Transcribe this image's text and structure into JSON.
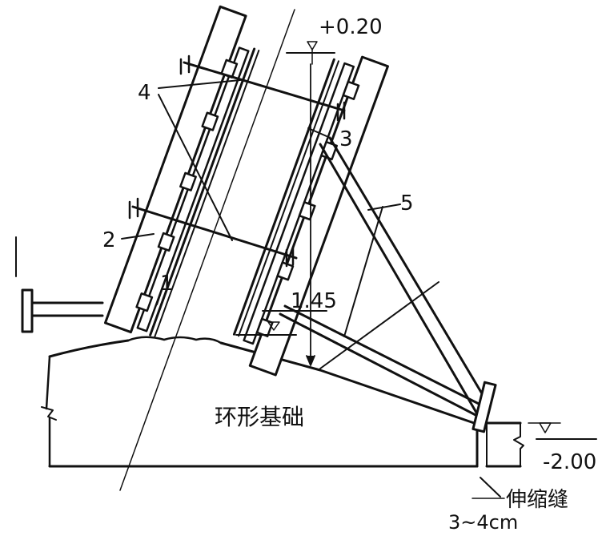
{
  "diagram": {
    "labels": {
      "top_elevation": "+0.20",
      "mid_elevation": "1.45",
      "right_elevation": "-2.00",
      "foundation": "环形基础",
      "expansion_joint": "伸缩缝",
      "joint_width": "3~4cm"
    },
    "callouts": [
      {
        "id": "1",
        "text": "1"
      },
      {
        "id": "2",
        "text": "2"
      },
      {
        "id": "3",
        "text": "3"
      },
      {
        "id": "4",
        "text": "4"
      },
      {
        "id": "5",
        "text": "5"
      }
    ]
  }
}
